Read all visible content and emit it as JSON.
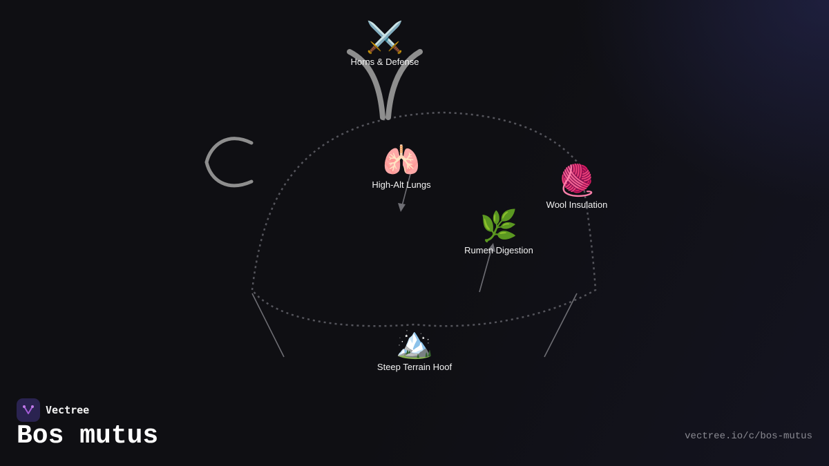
{
  "brand": {
    "name": "Vectree",
    "logo_icon": "vectree-logo-icon"
  },
  "title": "Bos mutus",
  "url": "vectree.io/c/bos-mutus",
  "nodes": [
    {
      "id": "horns",
      "emoji": "⚔️",
      "icon": "crossed-swords-icon",
      "label": "Horns & Defense"
    },
    {
      "id": "lungs",
      "emoji": "🫁",
      "icon": "lungs-icon",
      "label": "High-Alt Lungs"
    },
    {
      "id": "wool",
      "emoji": "🧶",
      "icon": "yarn-ball-icon",
      "label": "Wool Insulation"
    },
    {
      "id": "rumen",
      "emoji": "🌿",
      "icon": "herb-icon",
      "label": "Rumen Digestion"
    },
    {
      "id": "hoof",
      "emoji": "🏔️",
      "icon": "snow-mountain-icon",
      "label": "Steep Terrain Hoof"
    }
  ],
  "colors": {
    "background": "#0f0f13",
    "outline": "#9a9a9a",
    "body_dash": "#55555c",
    "arrow": "#6e6e74",
    "logo_bg": "#2a2350",
    "logo_accent": "#a35cd6"
  }
}
